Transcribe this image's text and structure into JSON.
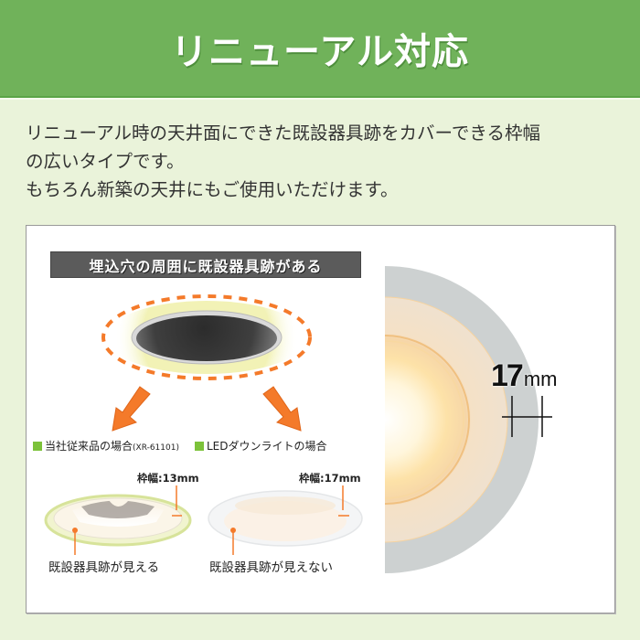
{
  "header": {
    "title": "リニューアル対応",
    "bg_color": "#70b25a"
  },
  "description": {
    "lines": [
      "リニューアル時の天井面にできた既設器具跡をカバーできる枠幅",
      "の広いタイプです。",
      "もちろん新築の天井にもご使用いただけます。"
    ]
  },
  "diagram": {
    "heading": "埋込穴の周囲に既設器具跡がある",
    "accent_color": "#f47a2a",
    "marker_color": "#7cc23a",
    "left": {
      "label": "当社従来品の場合",
      "model": "(XR-61101)",
      "frame_width": "枠幅:13mm",
      "caption": "既設器具跡が見える"
    },
    "right": {
      "label": "LEDダウンライトの場合",
      "frame_width": "枠幅:17mm",
      "caption": "既設器具跡が見えない"
    },
    "closeup": {
      "value": "17",
      "unit": "mm"
    }
  }
}
